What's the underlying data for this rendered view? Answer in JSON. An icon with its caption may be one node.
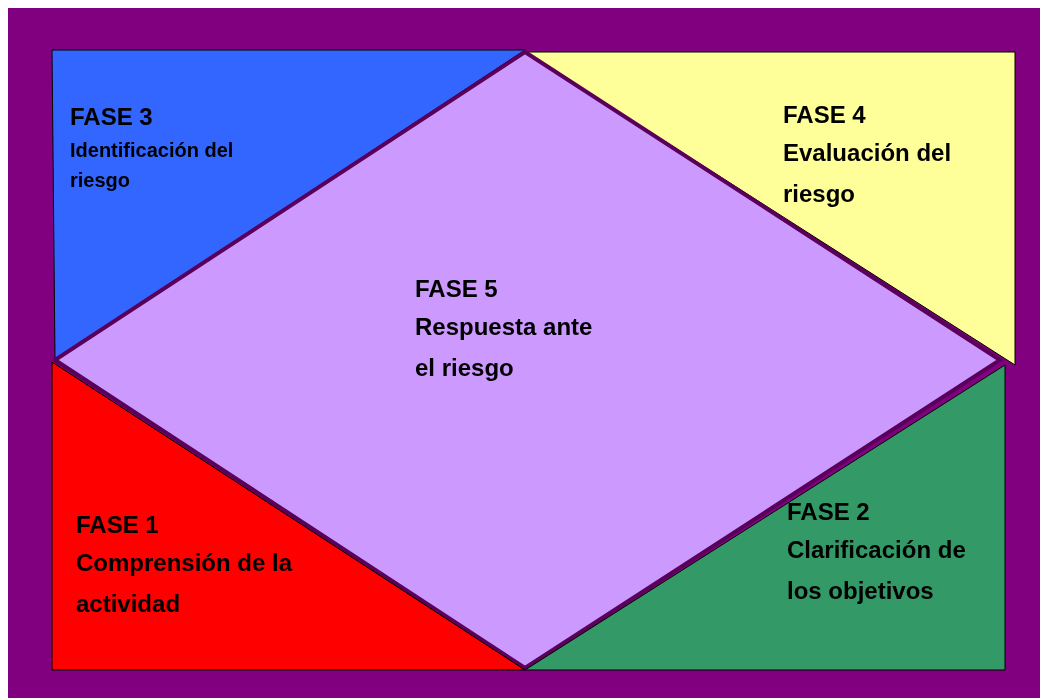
{
  "diagram": {
    "nodes": [
      {
        "text": [
          "FASE 3",
          "Identificación del riesgo"
        ]
      },
      {
        "text": [
          "FASE 4",
          "Evaluación del riesgo"
        ]
      },
      {
        "text": [
          "FASE 5",
          "Respuesta ante el riesgo"
        ]
      },
      {
        "text": [
          "FASE 1",
          "Comprensión de la actividad"
        ]
      },
      {
        "text": [
          "FASE 2",
          "Clarificación de los objetivos"
        ]
      }
    ]
  }
}
